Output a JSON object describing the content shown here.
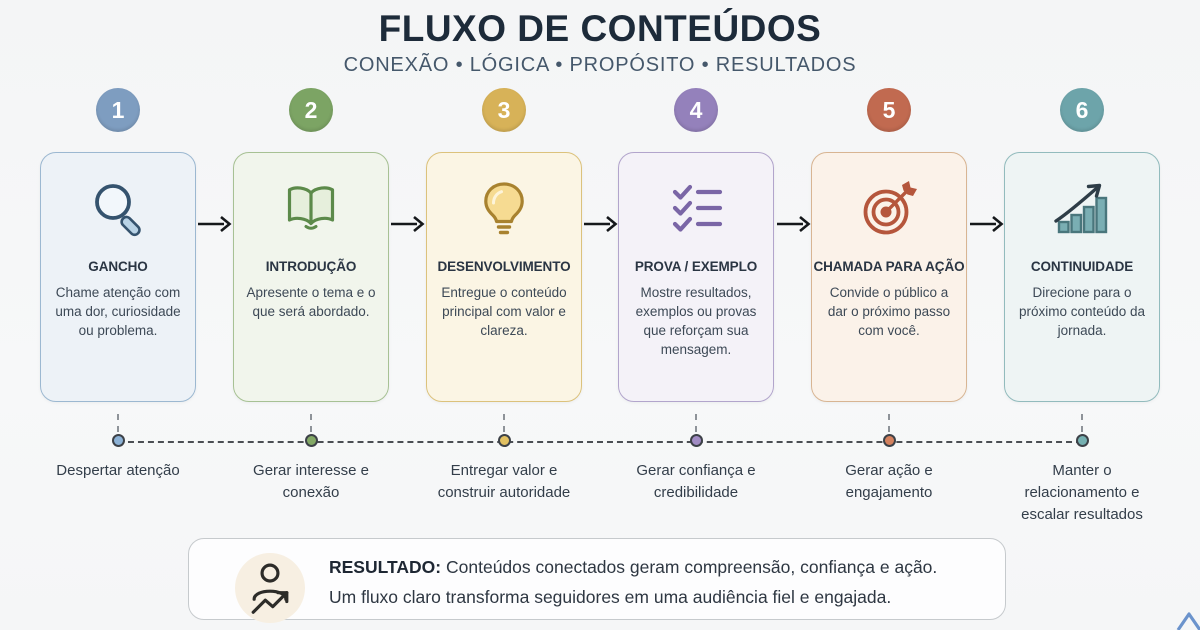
{
  "header": {
    "title": "FLUXO DE CONTEÚDOS",
    "subtitle": "CONEXÃO • LÓGICA • PROPÓSITO • RESULTADOS"
  },
  "steps": [
    {
      "number": "1",
      "title": "GANCHO",
      "description": "Chame atenção com uma dor, curiosidade ou problema.",
      "outcome": "Despertar atenção",
      "icon": "magnifier-icon",
      "colors": {
        "circle": "#7e9dc0",
        "card-bg": "#edf2f7",
        "card-border": "#9cb8d1",
        "dot": "#8cb2d6"
      }
    },
    {
      "number": "2",
      "title": "INTRODUÇÃO",
      "description": "Apresente o tema e o que será abordado.",
      "outcome": "Gerar interesse e conexão",
      "icon": "open-book-icon",
      "colors": {
        "circle": "#7ca464",
        "card-bg": "#f1f5ec",
        "card-border": "#a7c194",
        "dot": "#83a966"
      }
    },
    {
      "number": "3",
      "title": "DESENVOLVIMENTO",
      "description": "Entregue o conteúdo principal com valor e clareza.",
      "outcome": "Entregar valor e construir autoridade",
      "icon": "lightbulb-icon",
      "colors": {
        "circle": "#d7b258",
        "card-bg": "#fbf5e4",
        "card-border": "#dcc27c",
        "dot": "#e2c162"
      }
    },
    {
      "number": "4",
      "title": "PROVA / EXEMPLO",
      "description": "Mostre resultados, exemplos ou provas que reforçam sua mensagem.",
      "outcome": "Gerar confiança e credibilidade",
      "icon": "checklist-icon",
      "colors": {
        "circle": "#9481bb",
        "card-bg": "#f4f2f8",
        "card-border": "#b2a5cc",
        "dot": "#a18cc4"
      }
    },
    {
      "number": "5",
      "title": "CHAMADA PARA AÇÃO",
      "description": "Convide o público a dar o próximo passo com você.",
      "outcome": "Gerar ação e engajamento",
      "icon": "target-icon",
      "colors": {
        "circle": "#c16a50",
        "card-bg": "#fbf2e9",
        "card-border": "#d8b593",
        "dot": "#d4825f"
      }
    },
    {
      "number": "6",
      "title": "CONTINUIDADE",
      "description": "Direcione para o próximo conteúdo da jornada.",
      "outcome": "Manter o relacionamento e escalar resultados",
      "icon": "growth-chart-icon",
      "colors": {
        "circle": "#6da4aa",
        "card-bg": "#eef4f4",
        "card-border": "#92bbbd",
        "dot": "#75b0b1"
      }
    }
  ],
  "result": {
    "label": "RESULTADO:",
    "line1": "Conteúdos conectados geram compreensão, confiança e ação.",
    "line2": "Um fluxo claro transforma seguidores em uma audiência fiel e engajada.",
    "icon": "person-growth-icon"
  },
  "watermark": {
    "glyph": "Λ",
    "color": "#6b93cc"
  }
}
